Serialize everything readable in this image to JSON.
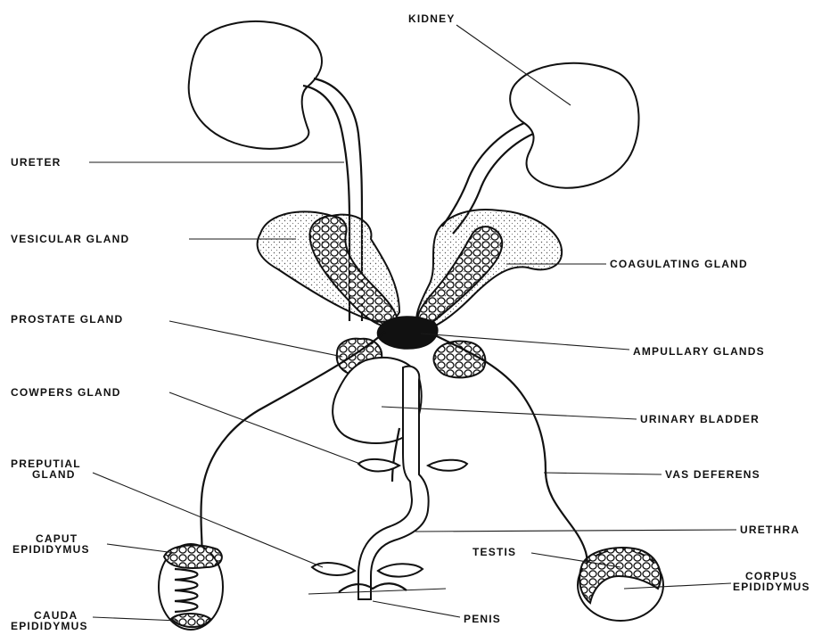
{
  "labels": {
    "kidney": "KIDNEY",
    "ureter": "URETER",
    "vesicular_gland": "VESICULAR GLAND",
    "coagulating_gland": "COAGULATING GLAND",
    "prostate_gland": "PROSTATE GLAND",
    "ampullary_glands": "AMPULLARY GLANDS",
    "cowpers_gland": "COWPERS GLAND",
    "urinary_bladder": "URINARY BLADDER",
    "preputial_gland_1": "PREPUTIAL",
    "preputial_gland_2": "GLAND",
    "vas_deferens": "VAS DEFERENS",
    "caput_1": "CAPUT",
    "caput_2": "EPIDIDYMUS",
    "urethra": "URETHRA",
    "testis": "TESTIS",
    "corpus_1": "CORPUS",
    "corpus_2": "EPIDIDYMUS",
    "cauda_1": "CAUDA",
    "cauda_2": "EPIDIDYMUS",
    "penis": "PENIS"
  }
}
